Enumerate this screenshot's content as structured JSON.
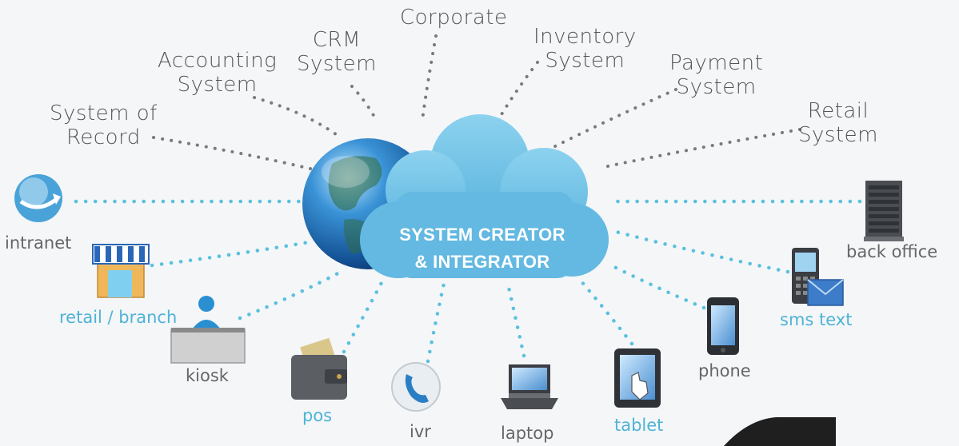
{
  "center": {
    "line1": "SYSTEM CREATOR",
    "line2": "& INTEGRATOR"
  },
  "systems": {
    "system_of_record": [
      "System of",
      "Record"
    ],
    "accounting": [
      "Accounting",
      "System"
    ],
    "crm": [
      "CRM",
      "System"
    ],
    "corporate": [
      "Corporate"
    ],
    "inventory": [
      "Inventory",
      "System"
    ],
    "payment": [
      "Payment",
      "System"
    ],
    "retail": [
      "Retail",
      "System"
    ]
  },
  "devices": {
    "intranet": "intranet",
    "retail_branch": "retail / branch",
    "kiosk": "kiosk",
    "pos": "pos",
    "ivr": "ivr",
    "laptop": "laptop",
    "tablet": "tablet",
    "phone": "phone",
    "sms_text": "sms text",
    "back_office": "back office"
  },
  "colors": {
    "cloud": "#7ec8e8",
    "globe": "#1f6fb8",
    "dots_blue": "#5bc0de",
    "dots_gray": "#777777",
    "label_blue": "#4fb3d6"
  }
}
